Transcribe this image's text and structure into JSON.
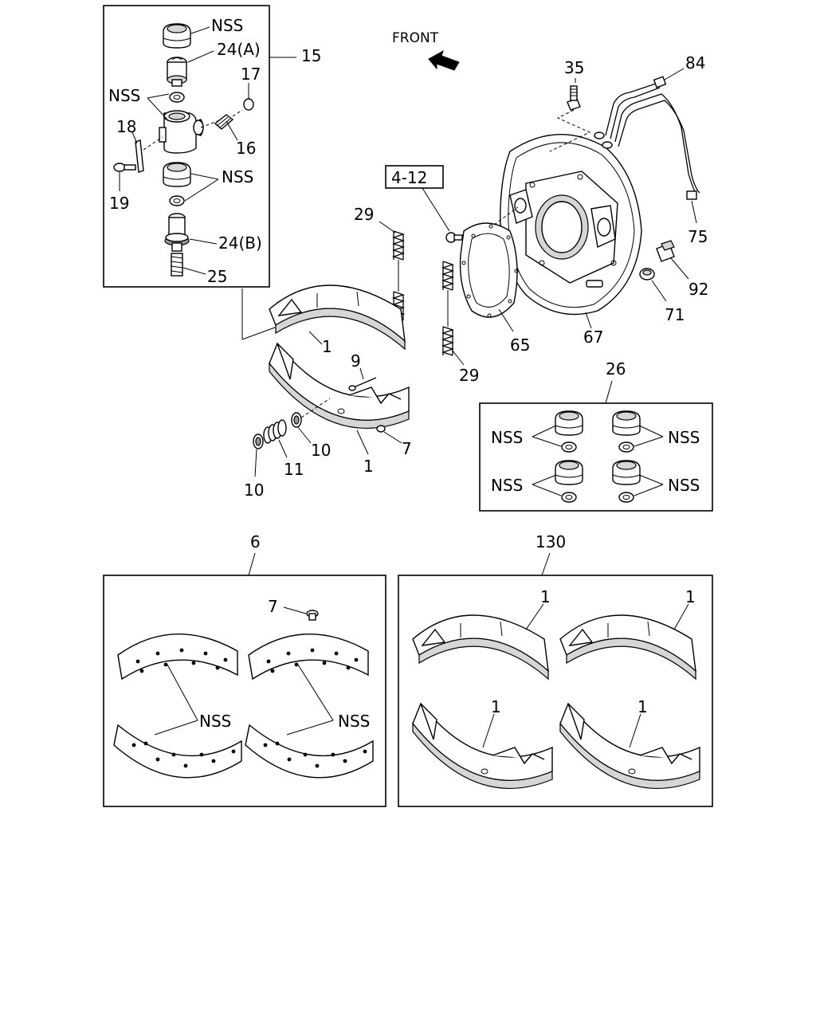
{
  "direction_label": "FRONT",
  "section_ref": "4-12",
  "callouts": {
    "c_15": "15",
    "c_nss_top": "NSS",
    "c_24a": "24(A)",
    "c_17": "17",
    "c_nss_left": "NSS",
    "c_18": "18",
    "c_16": "16",
    "c_19": "19",
    "c_nss_mid": "NSS",
    "c_24b": "24(B)",
    "c_25": "25",
    "c_35": "35",
    "c_84": "84",
    "c_75": "75",
    "c_92": "92",
    "c_71": "71",
    "c_67": "67",
    "c_65": "65",
    "c_29_top": "29",
    "c_29_bottom": "29",
    "c_1_upper": "1",
    "c_9": "9",
    "c_7": "7",
    "c_10_right": "10",
    "c_11": "11",
    "c_1_lower": "1",
    "c_10_left": "10",
    "c_26": "26",
    "c_nss_26a": "NSS",
    "c_nss_26b": "NSS",
    "c_nss_26c": "NSS",
    "c_nss_26d": "NSS",
    "c_6": "6",
    "c_7_lining": "7",
    "c_nss_lining_a": "NSS",
    "c_nss_lining_b": "NSS",
    "c_130": "130",
    "c_1_set_a": "1",
    "c_1_set_b": "1",
    "c_1_set_c": "1",
    "c_1_set_d": "1"
  }
}
